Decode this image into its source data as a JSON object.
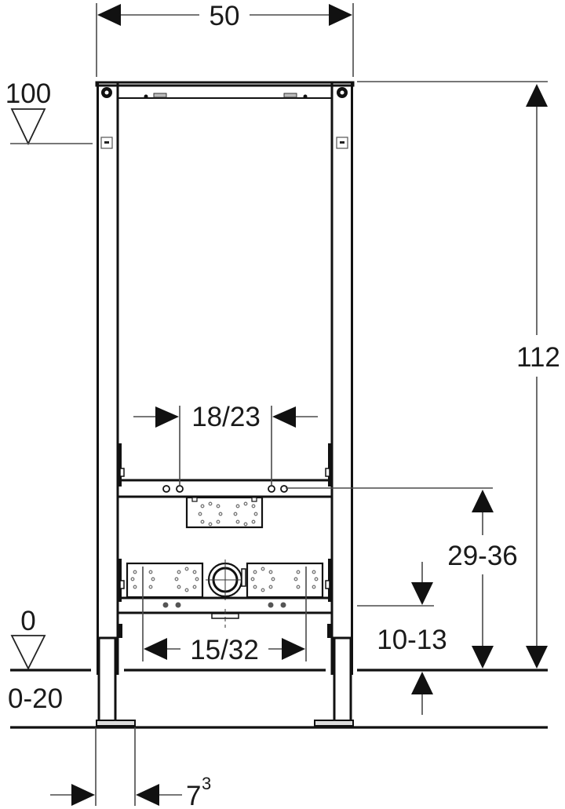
{
  "diagram": {
    "type": "installation-frame-dimension-drawing",
    "units": "cm",
    "dimensions": {
      "width": "50",
      "total_height": "112",
      "level_top": "100",
      "level_floor": "0",
      "floor_build_up": "0-20",
      "supply_spacing": "18/23",
      "fixing_spacing": "15/32",
      "supply_height": "29-36",
      "drain_height": "10-13",
      "foot_depth_base": "7",
      "foot_depth_sup": "3"
    },
    "level_markers": [
      {
        "label": "100",
        "symbol": "triangle-down"
      },
      {
        "label": "0",
        "symbol": "triangle-down"
      }
    ]
  }
}
